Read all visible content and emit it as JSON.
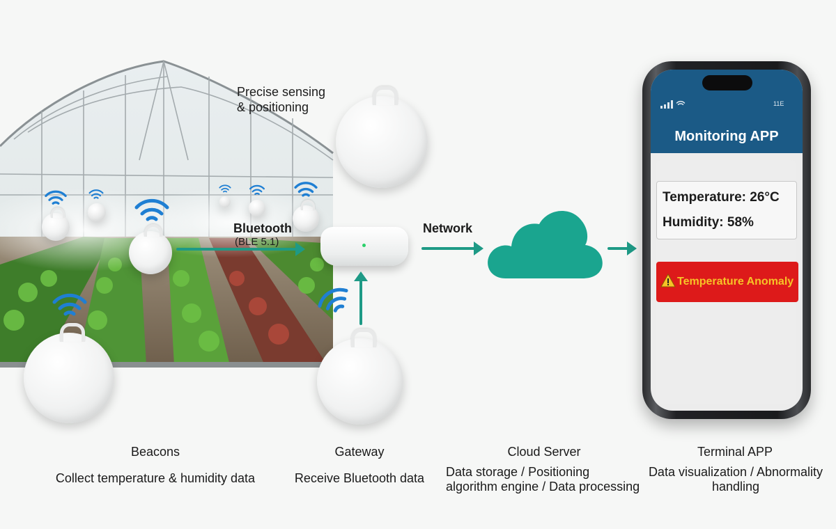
{
  "annotations": {
    "sensing": [
      "Precise sensing",
      "& positioning"
    ],
    "bluetooth": "Bluetooth",
    "ble": "(BLE 5.1)",
    "network": "Network"
  },
  "phone": {
    "status": "11E",
    "app_title": "Monitoring APP",
    "temperature": "Temperature: 26°C",
    "humidity": "Humidity: 58%",
    "alert": "Temperature Anomaly"
  },
  "captions": [
    {
      "title": "Beacons",
      "desc": "Collect temperature & humidity data"
    },
    {
      "title": "Gateway",
      "desc": "Receive Bluetooth data"
    },
    {
      "title": "Cloud Server",
      "desc": "Data storage / Positioning algorithm engine / Data processing"
    },
    {
      "title": "Terminal APP",
      "desc": "Data visualization / Abnormality handling"
    }
  ],
  "colors": {
    "arrow": "#1e9a86",
    "cloud": "#1aa58f",
    "wifi": "#1f7fd3",
    "app_header": "#1b5a86",
    "alert_bg": "#dd1a1a",
    "alert_text": "#f7c327"
  },
  "icons": [
    "wifi-icon",
    "cloud-icon",
    "warning-icon",
    "arrow-icon"
  ]
}
